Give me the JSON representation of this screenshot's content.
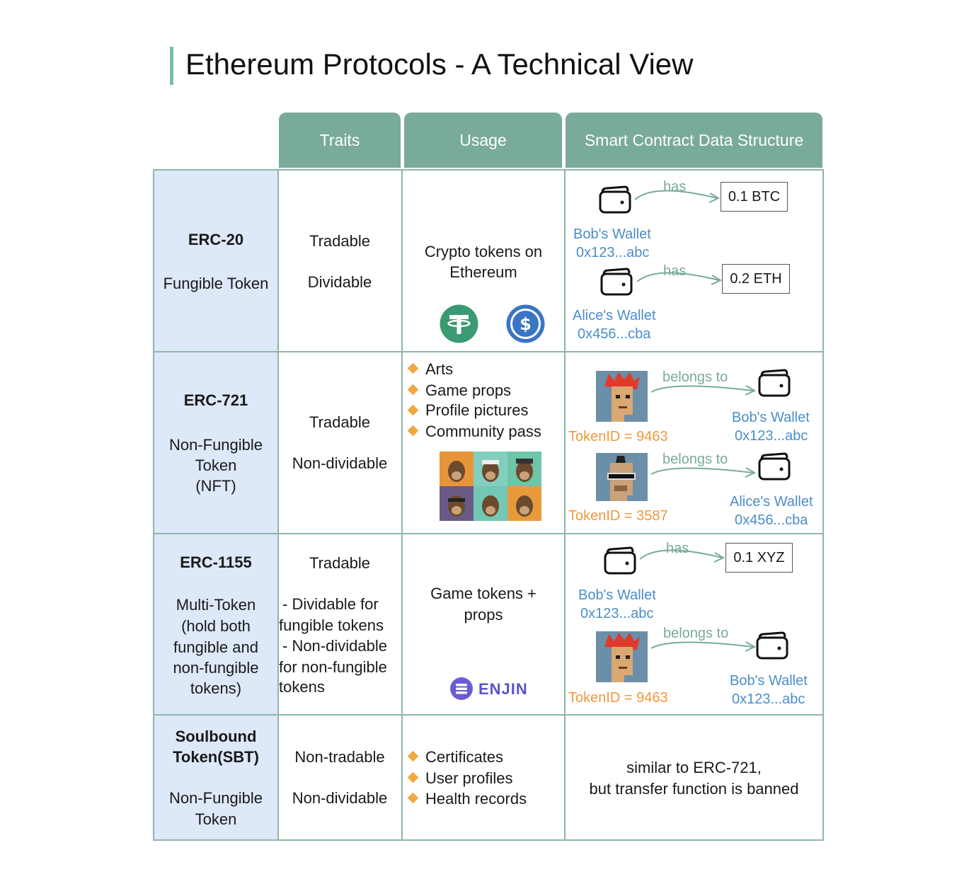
{
  "title": "Ethereum Protocols - A Technical View",
  "headers": {
    "traits": "Traits",
    "usage": "Usage",
    "structure": "Smart Contract Data Structure"
  },
  "erc20": {
    "name": "ERC-20",
    "subtitle": "Fungible Token",
    "traits": [
      "Tradable",
      "Dividable"
    ],
    "usage": [
      "Crypto tokens on",
      "Ethereum"
    ],
    "bob_wallet": "Bob's Wallet",
    "bob_addr": "0x123...abc",
    "bob_amount": "0.1 BTC",
    "alice_wallet": "Alice's Wallet",
    "alice_addr": "0x456...cba",
    "alice_amount": "0.2 ETH",
    "relation": "has"
  },
  "erc721": {
    "name": "ERC-721",
    "subtitle": [
      "Non-Fungible",
      "Token",
      "(NFT)"
    ],
    "traits": [
      "Tradable",
      "Non-dividable"
    ],
    "usage": [
      "Arts",
      "Game props",
      "Profile pictures",
      "Community pass"
    ],
    "token1": "TokenID = 9463",
    "token2": "TokenID = 3587",
    "relation": "belongs to",
    "bob_wallet": "Bob's Wallet",
    "bob_addr": "0x123...abc",
    "alice_wallet": "Alice's Wallet",
    "alice_addr": "0x456...cba"
  },
  "erc1155": {
    "name": "ERC-1155",
    "subtitle": [
      "Multi-Token",
      "(hold both",
      "fungible and",
      "non-fungible",
      "tokens)"
    ],
    "trait1": "Tradable",
    "trait2": [
      "- Dividable for",
      "fungible tokens",
      "- Non-dividable",
      "for non-fungible",
      "tokens"
    ],
    "usage": [
      "Game tokens +",
      "props"
    ],
    "logo": "ENJIN",
    "bob_wallet": "Bob's Wallet",
    "bob_addr": "0x123...abc",
    "amount": "0.1 XYZ",
    "has": "has",
    "belongs": "belongs to",
    "token": "TokenID = 9463",
    "bob2_wallet": "Bob's Wallet",
    "bob2_addr": "0x123...abc"
  },
  "sbt": {
    "name": [
      "Soulbound",
      "Token(SBT)"
    ],
    "subtitle": [
      "Non-Fungible",
      "Token"
    ],
    "traits": [
      "Non-tradable",
      "Non-dividable"
    ],
    "usage": [
      "Certificates",
      "User profiles",
      "Health records"
    ],
    "structure": [
      "similar to ERC-721,",
      "but transfer function is banned"
    ]
  },
  "colors": {
    "accent": "#79ab9a",
    "name_bg": "#dde8f8",
    "wallet_text": "#4a8ec9",
    "token_text": "#f0983c",
    "bullet": "#f0a840"
  },
  "icons": [
    "wallet-icon",
    "tether-icon",
    "usdc-icon",
    "enjin-icon",
    "punk-avatar",
    "ape-avatar"
  ]
}
